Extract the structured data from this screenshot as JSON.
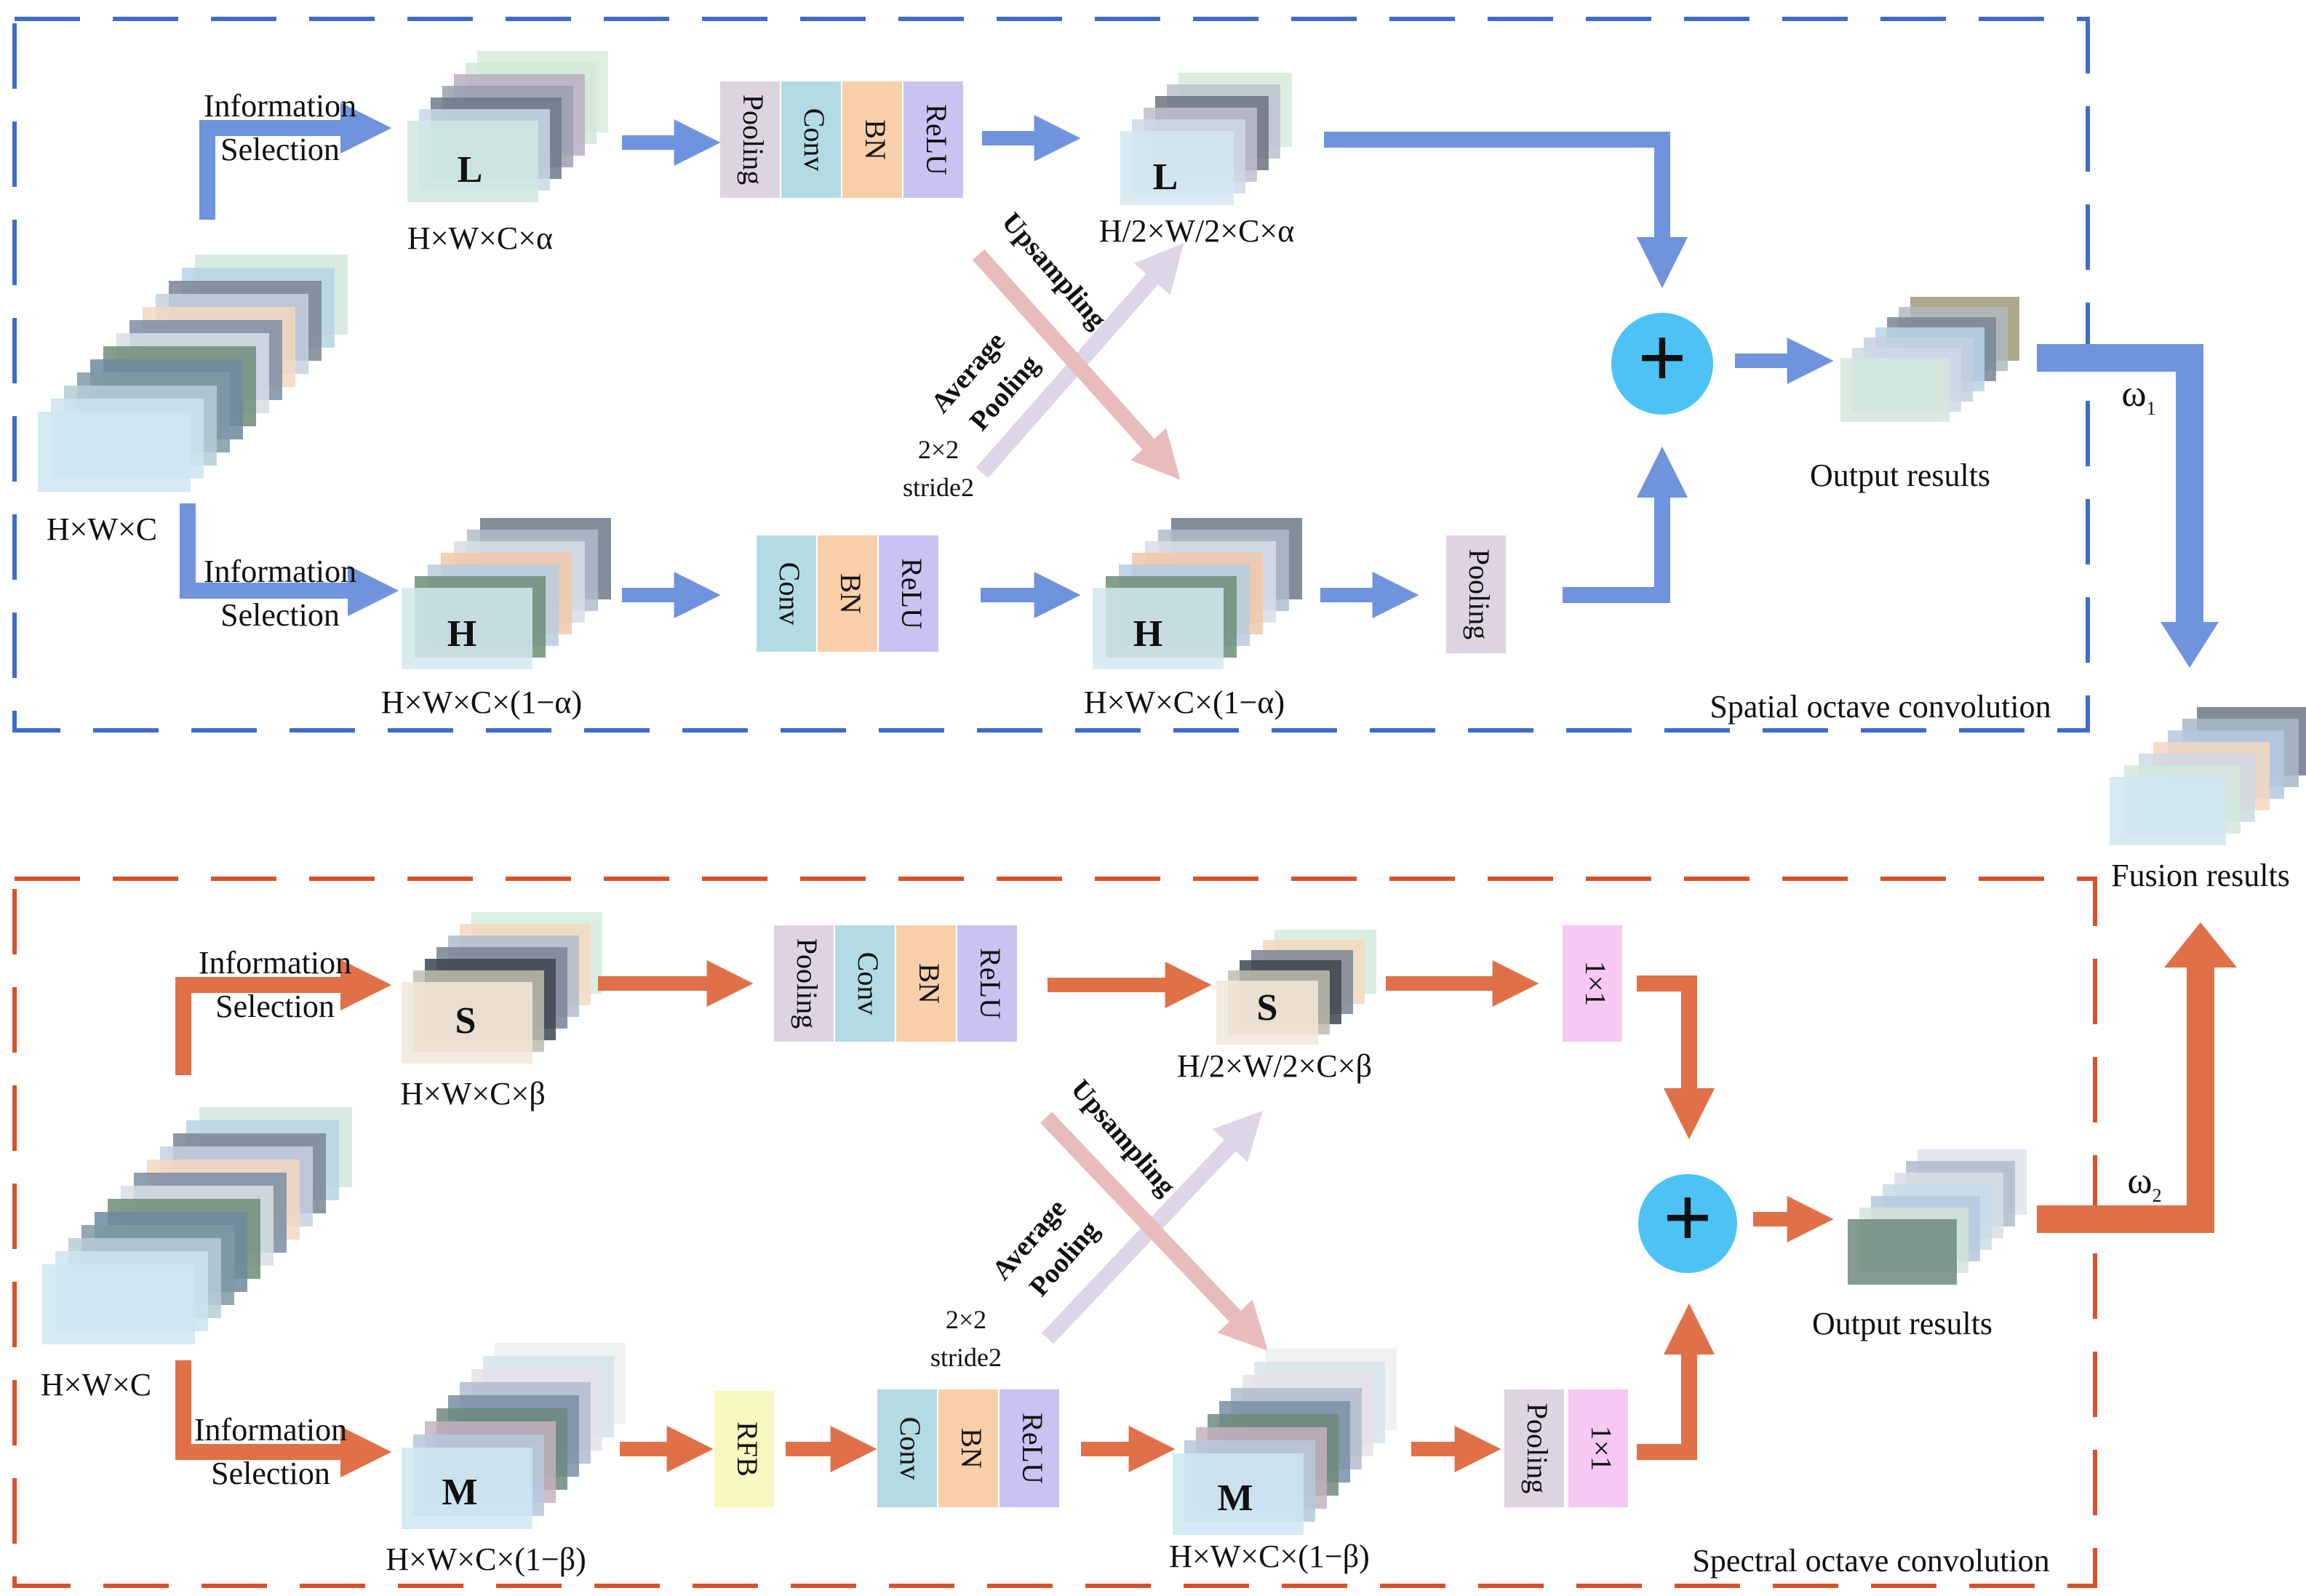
{
  "colors": {
    "blue": "#6f93dc",
    "blue_frame": "#3e6ccc",
    "orange": "#e07048",
    "orange_frame": "#d9512c",
    "plus": "#4cc3f4",
    "pooling": "#ddd3e3",
    "conv": "#b3dbe3",
    "bn": "#f8cfa8",
    "relu": "#c8c3f1",
    "onebyone": "#f8c8f4",
    "rfb": "#fbf7c0",
    "upsampling": "#e9bcbc",
    "avgpool": "#dcd6e8"
  },
  "top": {
    "frame_label": "Spatial octave convolution",
    "input_dims": "H×W×C",
    "branch_upper": {
      "selection_line1": "Information",
      "selection_line2": "Selection",
      "feature_letter": "L",
      "dims": "H×W×C×α",
      "blocks": [
        "Pooling",
        "Conv",
        "BN",
        "ReLU"
      ],
      "out_letter": "L",
      "out_dims": "H/2×W/2×C×α"
    },
    "branch_lower": {
      "selection_line1": "Information",
      "selection_line2": "Selection",
      "feature_letter": "H",
      "dims": "H×W×C×(1−α)",
      "blocks": [
        "Conv",
        "BN",
        "ReLU"
      ],
      "out_letter": "H",
      "out_dims": "H×W×C×(1−α)",
      "post_block": "Pooling"
    },
    "cross": {
      "upsampling": "Upsampling",
      "avg_line1": "Average",
      "avg_line2": "Pooling",
      "stride_line1": "2×2",
      "stride_line2": "stride2"
    },
    "plus_symbol": "+",
    "output_label": "Output results",
    "weight": "ω",
    "weight_sub": "1"
  },
  "bottom": {
    "frame_label": "Spectral octave convolution",
    "input_dims": "H×W×C",
    "branch_upper": {
      "selection_line1": "Information",
      "selection_line2": "Selection",
      "feature_letter": "S",
      "dims": "H×W×C×β",
      "blocks": [
        "Pooling",
        "Conv",
        "BN",
        "ReLU"
      ],
      "out_letter": "S",
      "out_dims": "H/2×W/2×C×β",
      "post_block": "1×1"
    },
    "branch_lower": {
      "selection_line1": "Information",
      "selection_line2": "Selection",
      "feature_letter": "M",
      "dims": "H×W×C×(1−β)",
      "rfb": "RFB",
      "blocks": [
        "Conv",
        "BN",
        "ReLU"
      ],
      "out_letter": "M",
      "out_dims": "H×W×C×(1−β)",
      "post_blocks": [
        "Pooling",
        "1×1"
      ]
    },
    "cross": {
      "upsampling": "Upsampling",
      "avg_line1": "Average",
      "avg_line2": "Pooling",
      "stride_line1": "2×2",
      "stride_line2": "stride2"
    },
    "plus_symbol": "+",
    "output_label": "Output results",
    "weight": "ω",
    "weight_sub": "2"
  },
  "fusion_label": "Fusion results"
}
